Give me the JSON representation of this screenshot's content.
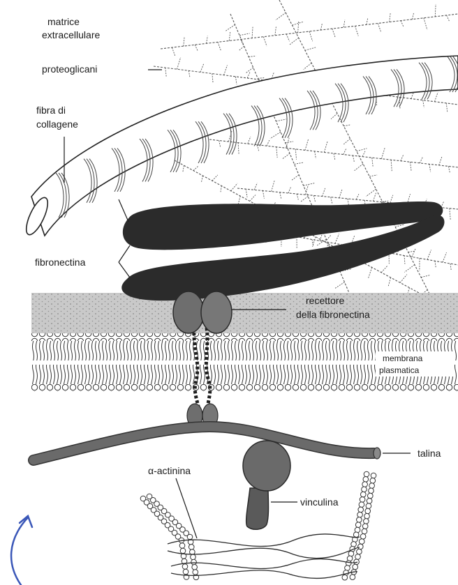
{
  "labels": {
    "matrice_line1": "matrice",
    "matrice_line2": "extracellulare",
    "proteoglicani": "proteoglicani",
    "fibra_line1": "fibra di",
    "fibra_line2": "collagene",
    "fibronectina": "fibronectina",
    "recettore_line1": "recettore",
    "recettore_line2": "della fibronectina",
    "membrana_line1": "membrana",
    "membrana_line2": "plasmatica",
    "talina": "talina",
    "actinina": "α-actinina",
    "vinculina": "vinculina"
  },
  "colors": {
    "ink": "#1a1a1a",
    "fibronectin": "#2b2b2b",
    "receptor": "#6e6e6e",
    "talin": "#666666",
    "vinculin": "#6a6a6a",
    "membrane_outer": "#c8c8c8",
    "collagen_fill": "#ffffff"
  }
}
